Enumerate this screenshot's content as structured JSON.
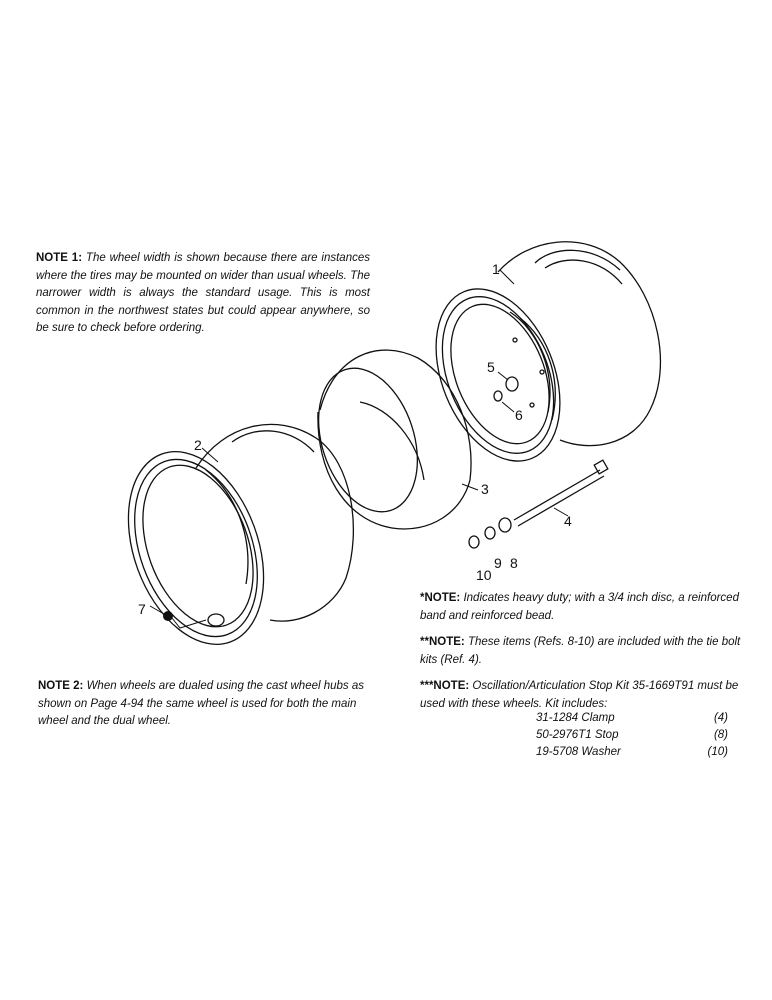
{
  "note1": {
    "label": "NOTE 1:",
    "text": "The wheel width is shown because there are instances where the tires may be mounted on wider than usual wheels. The narrower width is always the standard usage. This is most common in the northwest states but could appear anywhere, so be sure to check before ordering."
  },
  "note2": {
    "label": "NOTE 2:",
    "text": "When wheels are dualed using the cast wheel hubs as shown on Page 4-94 the same wheel is used for both the main wheel and the dual wheel."
  },
  "noteA": {
    "label": "*NOTE:",
    "text": "Indicates heavy duty; with a 3/4 inch disc, a reinforced band and reinforced bead."
  },
  "noteB": {
    "label": "**NOTE:",
    "text": "These items (Refs. 8-10) are included with the tie bolt kits (Ref. 4)."
  },
  "noteC": {
    "label": "***NOTE:",
    "text": "Oscillation/Articulation Stop Kit 35-1669T91 must be used with these wheels. Kit includes:"
  },
  "kit_items": [
    {
      "desc": "31-1284 Clamp",
      "qty": "(4)"
    },
    {
      "desc": "50-2976T1 Stop",
      "qty": "(8)"
    },
    {
      "desc": "19-5708 Washer",
      "qty": "(10)"
    }
  ],
  "callouts": {
    "c1": "1",
    "c2": "2",
    "c3": "3",
    "c4": "4",
    "c5": "5",
    "c6": "6",
    "c7": "7",
    "c8": "8",
    "c9": "9",
    "c10": "10"
  }
}
